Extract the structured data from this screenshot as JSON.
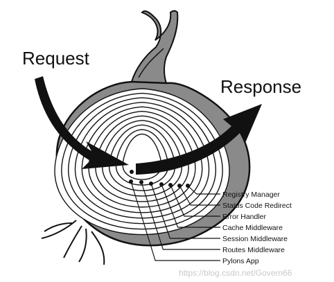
{
  "diagram": {
    "request_label": "Request",
    "response_label": "Response",
    "layers": [
      "Registry Manager",
      "Status Code Redirect",
      "Error Handler",
      "Cache Middleware",
      "Session Middleware",
      "Routes Middleware",
      "Pylons App"
    ],
    "watermark": "https://blog.csdn.net/Govern66",
    "colors": {
      "ink": "#111111",
      "bulb": "#8a8a8a",
      "layer_fill": "#ffffff"
    }
  }
}
